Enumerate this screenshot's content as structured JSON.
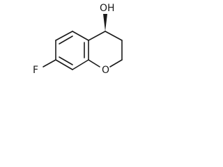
{
  "molecule": {
    "atoms": {
      "fluorine": "F",
      "ring_oxygen": "O",
      "hydroxyl": "OH"
    },
    "stereo": {
      "c4_hydroxyl_bond": "wedge"
    }
  }
}
